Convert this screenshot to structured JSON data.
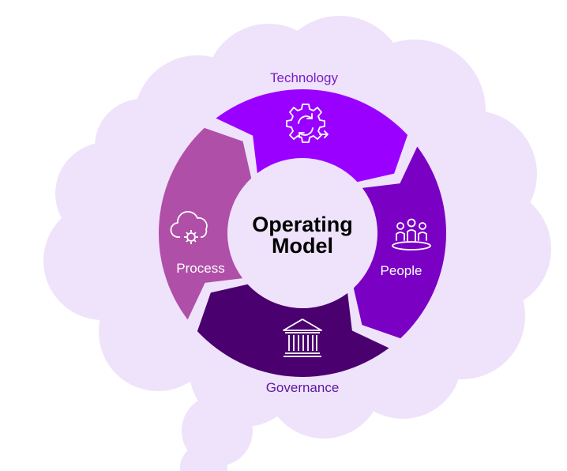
{
  "diagram": {
    "center": {
      "line1": "Operating",
      "line2": "Model"
    },
    "segments": [
      {
        "key": "technology",
        "label": "Technology",
        "color": "#9a00ff",
        "label_color": "#7a1fc7",
        "icon": "gear-cycle-icon"
      },
      {
        "key": "people",
        "label": "People",
        "color": "#7a00c4",
        "label_color": "#ffffff",
        "icon": "people-group-icon"
      },
      {
        "key": "governance",
        "label": "Governance",
        "color": "#4a006e",
        "label_color": "#5a1aa0",
        "icon": "building-columns-icon"
      },
      {
        "key": "process",
        "label": "Process",
        "color": "#b04fa8",
        "label_color": "#ffffff",
        "icon": "cloud-gear-icon"
      }
    ],
    "colors": {
      "cloud": "#efe2fb",
      "center_fill": "#efe2fb"
    }
  }
}
